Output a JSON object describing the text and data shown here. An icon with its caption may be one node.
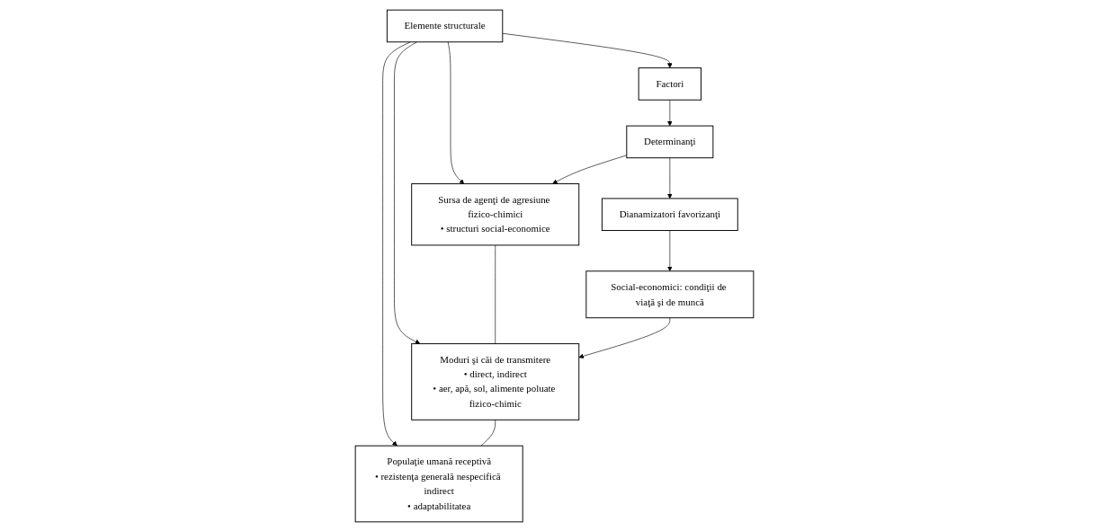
{
  "diagram": {
    "nodes": [
      {
        "text": [
          "Elemente structurale"
        ]
      },
      {
        "text": [
          "Factori"
        ]
      },
      {
        "text": [
          "Sursa de agenţi de agresiune fizico-chimici",
          "• structuri social-economice"
        ]
      },
      {
        "text": [
          "Moduri şi căi de transmitere",
          "• direct, indirect",
          "• aer, apă, sol, alimente poluate fizico-chimic"
        ]
      },
      {
        "text": [
          "Populaţie umană receptivă",
          "• rezistenţa generală nespecifică indirect",
          "• adaptabilitatea"
        ]
      },
      {
        "text": [
          "Determinanţi"
        ]
      },
      {
        "text": [
          "Dianamizatori favorizanţi"
        ]
      },
      {
        "text": [
          "Social-economici: condiţii de viaţă şi de muncă"
        ]
      }
    ],
    "edges": [
      {
        "from": 0,
        "to": 1,
        "arrow": "to"
      },
      {
        "from": 0,
        "to": 2,
        "arrow": "to"
      },
      {
        "from": 0,
        "to": 3,
        "arrow": "to"
      },
      {
        "from": 0,
        "to": 4,
        "arrow": "to"
      },
      {
        "from": 2,
        "to": 3,
        "arrow": "none"
      },
      {
        "from": 3,
        "to": 4,
        "arrow": "none"
      },
      {
        "from": 1,
        "to": 5,
        "arrow": "to"
      },
      {
        "from": 5,
        "to": 2,
        "arrow": "to"
      },
      {
        "from": 5,
        "to": 6,
        "arrow": "to"
      },
      {
        "from": 6,
        "to": 7,
        "arrow": "to"
      },
      {
        "from": 7,
        "to": 3,
        "arrow": "to"
      }
    ]
  }
}
